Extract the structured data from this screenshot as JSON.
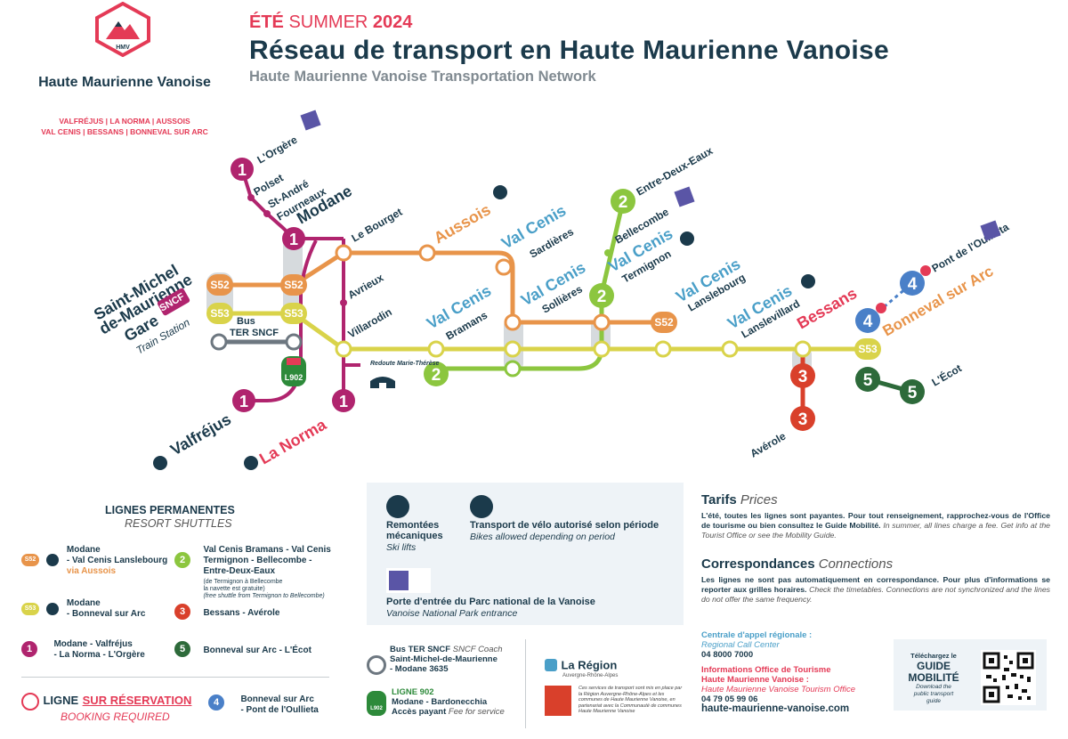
{
  "brand": {
    "badge": "HMV",
    "name": "Haute Maurienne Vanoise",
    "resorts": [
      "VALFRÉJUS",
      "LA NORMA",
      "AUSSOIS",
      "VAL CENIS",
      "BESSANS",
      "BONNEVAL SUR ARC"
    ]
  },
  "header": {
    "season_fr": "ÉTÉ",
    "season_en": "SUMMER",
    "year": "2024",
    "title": "Réseau de transport en Haute Maurienne Vanoise",
    "subtitle": "Haute Maurienne Vanoise Transportation Network"
  },
  "map": {
    "stations": {
      "orgere": "L'Orgère",
      "polset": "Polset",
      "standre": "St-André",
      "fourneaux": "Fourneaux",
      "modane": "Modane",
      "lebourget": "Le Bourget",
      "avrieux": "Avrieux",
      "villarodin": "Villarodin",
      "aussois": "Aussois",
      "vc": "Val Cenis",
      "sardieres": "Sardières",
      "sollieres": "Sollières",
      "bramans": "Bramans",
      "termignon": "Termignon",
      "lanslebourg": "Lanslebourg",
      "lanslevillard": "Lanslevillard",
      "bessans": "Bessans",
      "bonneval": "Bonneval sur Arc",
      "ecot": "L'Écot",
      "averole": "Avérole",
      "entre": "Entre-Deux-Eaux",
      "bellecombe": "Bellecombe",
      "oullieta": "Pont de l'Oullieta",
      "valfrejus": "Valfréjus",
      "lanorma": "La Norma",
      "redoute": "Redoute Marie-Thérèse",
      "smm1": "Saint-Michel",
      "smm2": "de-Maurienne",
      "gare": "Gare",
      "sncf": "SNCF",
      "train": "Train Station",
      "bus": "Bus",
      "ter": "TER SNCF",
      "l902": "L902"
    },
    "lines": {
      "s52": "S52",
      "s53": "S53",
      "l1": "1",
      "l2": "2",
      "l3": "3",
      "l4": "4",
      "l5": "5"
    },
    "colors": {
      "s52": "#e8944a",
      "s53": "#d9d34a",
      "l1": "#b0246e",
      "l2": "#8cc63f",
      "l3": "#d9402b",
      "l4": "#4a80c8",
      "l5": "#2d6a3a",
      "navy": "#1b3a4b",
      "teal": "#4a9fc8",
      "pink": "#e43a56",
      "orange": "#e8944a"
    }
  },
  "legend": {
    "title": "LIGNES PERMANENTES",
    "subtitle": "RESORT SHUTTLES",
    "s52": {
      "badge": "S52",
      "l1": "Modane",
      "l2": "- Val Cenis Lanslebourg",
      "l3": "via Aussois"
    },
    "s53": {
      "badge": "S53",
      "l1": "Modane",
      "l2": "- Bonneval sur Arc"
    },
    "one": {
      "badge": "1",
      "l1": "Modane - Valfréjus",
      "l2": "- La Norma - L'Orgère"
    },
    "two": {
      "badge": "2",
      "l1": "Val Cenis Bramans - Val Cenis",
      "l2": "Termignon - Bellecombe -",
      "l3": "Entre-Deux-Eaux",
      "n1": "(de Termignon à Bellecombe",
      "n2": "la navette est gratuite)",
      "n3": "(free shuttle from Termignon to Bellecombe)"
    },
    "three": {
      "badge": "3",
      "l1": "Bessans - Avérole"
    },
    "five": {
      "badge": "5",
      "l1": "Bonneval sur Arc - L'Écot"
    },
    "booking": {
      "a": "LIGNE",
      "b": "SUR RÉSERVATION",
      "c": "BOOKING REQUIRED"
    },
    "four": {
      "badge": "4",
      "l1": "Bonneval sur Arc",
      "l2": "- Pont de l'Oullieta"
    }
  },
  "icons": {
    "lift_fr1": "Remontées",
    "lift_fr2": "mécaniques",
    "lift_en": "Ski lifts",
    "bike_fr": "Transport de vélo autorisé selon période",
    "bike_en": "Bikes allowed depending on period",
    "park_fr": "Porte d'entrée du Parc national de la Vanoise",
    "park_en": "Vanoise National Park entrance"
  },
  "coach": {
    "a": "Bus TER SNCF",
    "a_en": "SNCF Coach",
    "b": "Saint-Michel-de-Maurienne",
    "c": "- Modane",
    "phone": "3635"
  },
  "l902": {
    "badge": "L902",
    "a": "LIGNE 902",
    "b": "Modane - Bardonecchia",
    "c": "Accès payant",
    "c_en": "Fee for service"
  },
  "region": {
    "name": "La Région",
    "sub": "Auvergne-Rhône-Alpes",
    "note": "Ces services de transport sont mis en place par la Région Auvergne-Rhône-Alpes et les communes de Haute Maurienne Vanoise, en partenariat avec la Communauté de communes Haute Maurienne Vanoise"
  },
  "tarifs": {
    "title": "Tarifs",
    "title_en": "Prices",
    "text": "L'été, toutes les lignes sont payantes. Pour tout renseignement, rapprochez-vous de l'Office de tourisme ou bien consultez le Guide Mobilité.",
    "text_en": "In summer, all lines charge a fee. Get info at the Tourist Office or see the Mobility Guide."
  },
  "corresp": {
    "title": "Correspondances",
    "title_en": "Connections",
    "text": "Les lignes ne sont pas automatiquement en correspondance. Pour plus d'informations se reporter aux grilles horaires.",
    "text_en": "Check the timetables. Connections are not synchronized and the lines do not offer the same frequency."
  },
  "contact": {
    "cc": "Centrale d'appel régionale :",
    "cc_en": "Regional Call Center",
    "cc_phone": "04 8000 7000",
    "ot": "Informations Office de Tourisme",
    "ot2": "Haute Maurienne Vanoise :",
    "ot_en": "Haute Maurienne Vanoise Tourism Office",
    "ot_phone": "04 79 05 99 06",
    "web": "haute-maurienne-vanoise.com"
  },
  "guide": {
    "a": "Téléchargez le",
    "b": "GUIDE",
    "c": "MOBILITÉ",
    "d": "Download the",
    "e": "public transport",
    "f": "guide"
  }
}
